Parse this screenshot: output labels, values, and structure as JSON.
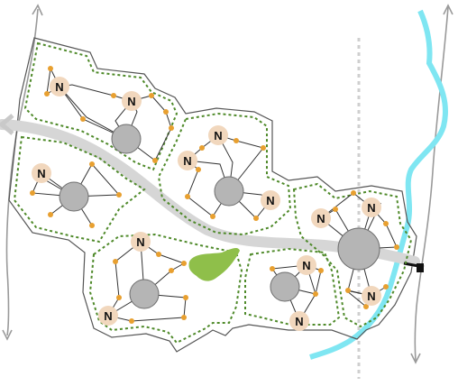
{
  "colors": {
    "background": "#ffffff",
    "river": "#7fe6f2",
    "road": "#d6d6d6",
    "boundary_line": "#555555",
    "green_dashed_edge": "#4f8a2a",
    "hub_circle": "#b5b5b5",
    "hub_stroke": "#6e6e6e",
    "node_circle": "#f1d7bd",
    "dot": "#e8a030",
    "link_line": "#333333",
    "green_patch": "#8fbf4a",
    "road_marker": "#111111",
    "vertical_gray_line": "#9a9a9a",
    "dotted_line": "#cfcfcf",
    "arrow_gray": "#c9c9c9"
  },
  "node_label": "N",
  "zones": [
    {
      "name": "zone-northwest",
      "node_count": 2
    },
    {
      "name": "zone-west",
      "node_count": 1
    },
    {
      "name": "zone-center-north",
      "node_count": 3
    },
    {
      "name": "zone-east",
      "node_count": 3
    },
    {
      "name": "zone-south",
      "node_count": 2
    },
    {
      "name": "zone-southeast",
      "node_count": 2
    }
  ],
  "icons": [
    "arrow-left-icon",
    "road-end-marker-icon",
    "arrow-up-icon",
    "arrow-down-icon"
  ]
}
